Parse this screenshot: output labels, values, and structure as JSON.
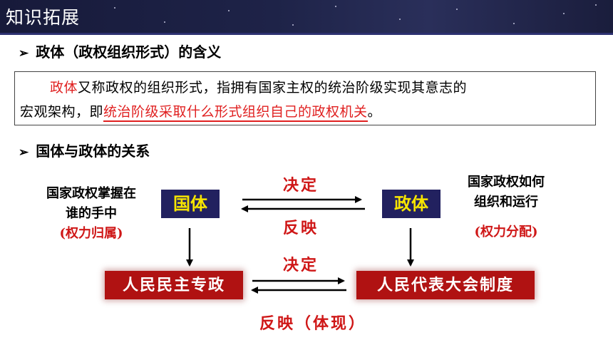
{
  "header": {
    "title": "知识拓展"
  },
  "section1": {
    "heading": "政体（政权组织形式）的含义"
  },
  "definition": {
    "term": "政体",
    "line1_rest": "又称政权的组织形式，指拥有国家主权的统治阶级实现其意志的",
    "line2_prefix": "宏观架构，即",
    "highlight": "统治阶级采取什么形式组织自己的政权机关",
    "line2_suffix": "。"
  },
  "section2": {
    "heading": "国体与政体的关系"
  },
  "diagram": {
    "left_note": {
      "line1": "国家政权掌握在",
      "line2": "谁的手中",
      "line3": "(权力归属)"
    },
    "right_note": {
      "line1": "国家政权如何",
      "line2": "组织和运行",
      "line3": "(权力分配)"
    },
    "guoti": "国体",
    "zhengti": "政体",
    "top_decide": "决定",
    "top_reflect": "反映",
    "dictatorship": "人民民主专政",
    "congress": "人民代表大会制度",
    "bottom_decide": "决定",
    "bottom_reflect": "反映（体现）"
  },
  "colors": {
    "header_bg": "#1e2348",
    "accent_red": "#cf1717",
    "box_navy": "#22215f",
    "box_yellow_text": "#f7e500",
    "box_red": "#b01212"
  }
}
